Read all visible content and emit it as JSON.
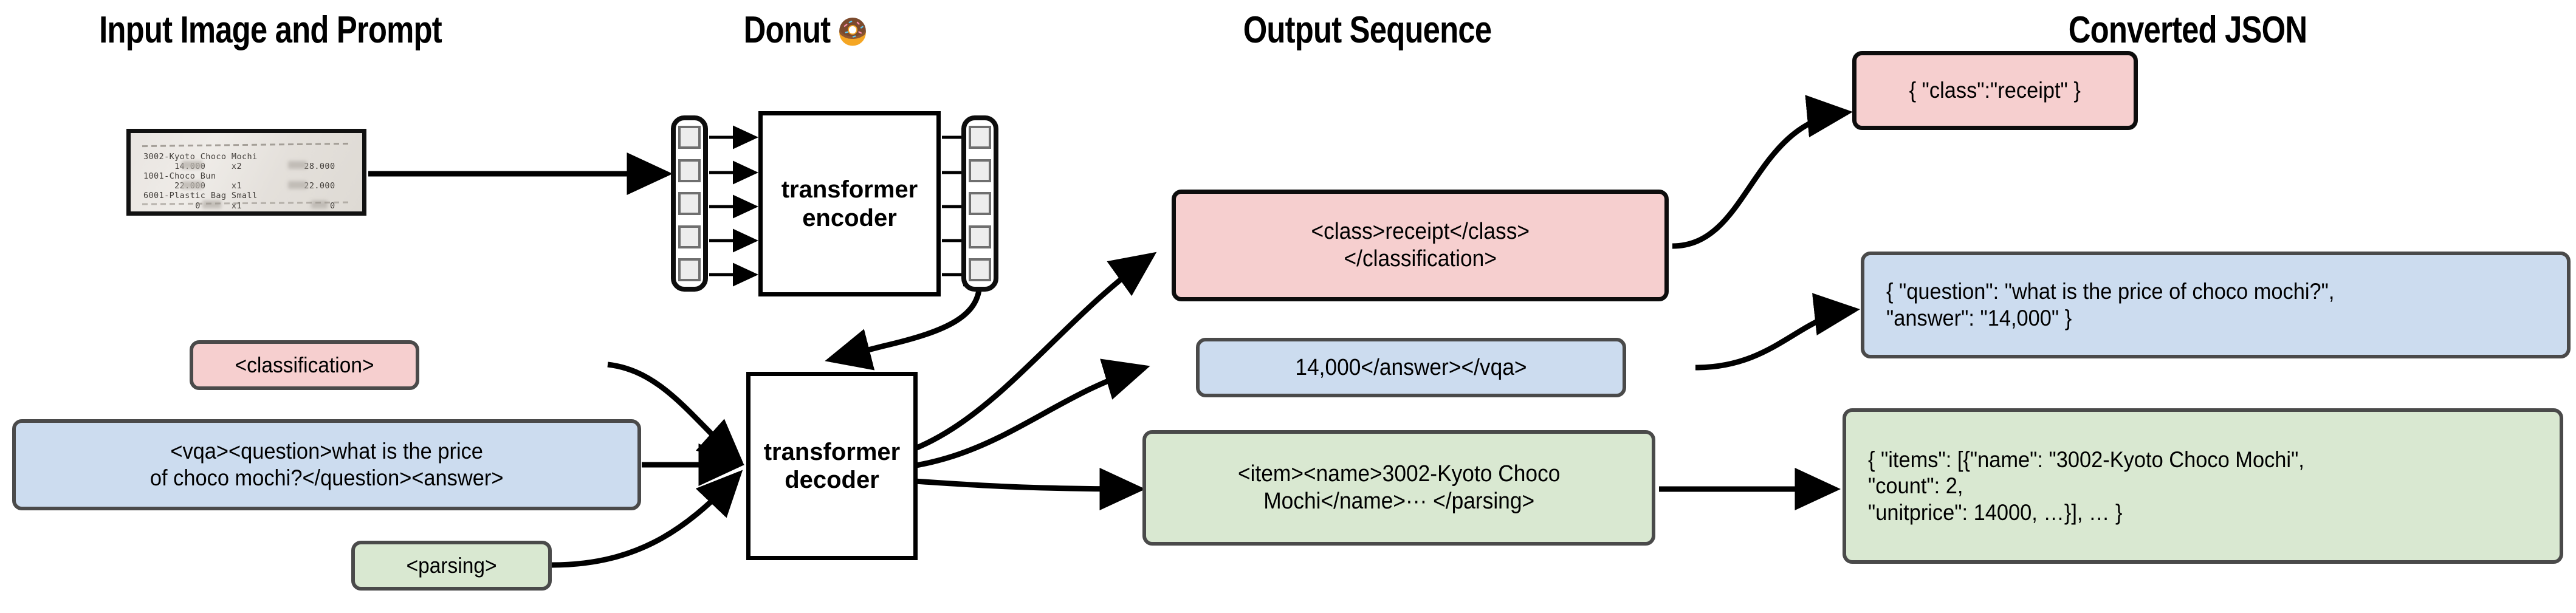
{
  "titles": {
    "input": "Input Image and Prompt",
    "donut": "Donut",
    "output": "Output Sequence",
    "json": "Converted JSON"
  },
  "icons": {
    "donut": "donut-emoji"
  },
  "receipt": {
    "lines": [
      "3002-Kyoto Choco Mochi",
      "      14.000     x2            28.000",
      "1001-Choco Bun",
      "      22.000     x1            22.000",
      "6001-Plastic Bag Small",
      "          0      x1                 0"
    ],
    "items": [
      {
        "code": "3002",
        "name": "Kyoto Choco Mochi",
        "unitprice": "14.000",
        "count": "x2",
        "total": "28.000"
      },
      {
        "code": "1001",
        "name": "Choco Bun",
        "unitprice": "22.000",
        "count": "x1",
        "total": "22.000"
      },
      {
        "code": "6001",
        "name": "Plastic Bag Small",
        "unitprice": "0",
        "count": "x1",
        "total": "0"
      }
    ]
  },
  "model": {
    "encoder_label": "transformer\nencoder",
    "decoder_label": "transformer\ndecoder",
    "encoder_input_tokens": 5,
    "encoder_output_tokens": 5
  },
  "prompts": [
    {
      "id": "classification",
      "text": "<classification>",
      "color": "#f6cfcf"
    },
    {
      "id": "vqa",
      "text": "<vqa><question>what is the price\nof choco mochi?</question><answer>",
      "color": "#ccdcef"
    },
    {
      "id": "parsing",
      "text": "<parsing>",
      "color": "#d9e8d1"
    }
  ],
  "output_sequences": [
    {
      "id": "classification",
      "text": "<class>receipt</class>\n</classification>",
      "color": "#f6cfcf"
    },
    {
      "id": "vqa",
      "text": "14,000</answer></vqa>",
      "color": "#ccdcef"
    },
    {
      "id": "parsing",
      "text": "<item><name>3002-Kyoto Choco\nMochi</name>··· </parsing>",
      "color": "#d9e8d1"
    }
  ],
  "converted_json": [
    {
      "id": "classification",
      "text": "{ \"class\":\"receipt\" }",
      "color": "#f6cfcf"
    },
    {
      "id": "vqa",
      "text": "{ \"question\": \"what is the price of choco mochi?\",\n   \"answer\": \"14,000\" }",
      "color": "#ccdcef"
    },
    {
      "id": "parsing",
      "text": "{ \"items\": [{\"name\": \"3002-Kyoto Choco Mochi\",\n     \"count\": 2,\n     \"unitprice\": 14000, …}], … }",
      "color": "#d9e8d1"
    }
  ],
  "colors": {
    "pink": "#f6cfcf",
    "blue": "#ccdcef",
    "green": "#d9e8d1",
    "box_border": "#4a4a4a",
    "stroke": "#000000",
    "token_fill": "#ededed",
    "token_border": "#6f6f6f"
  }
}
